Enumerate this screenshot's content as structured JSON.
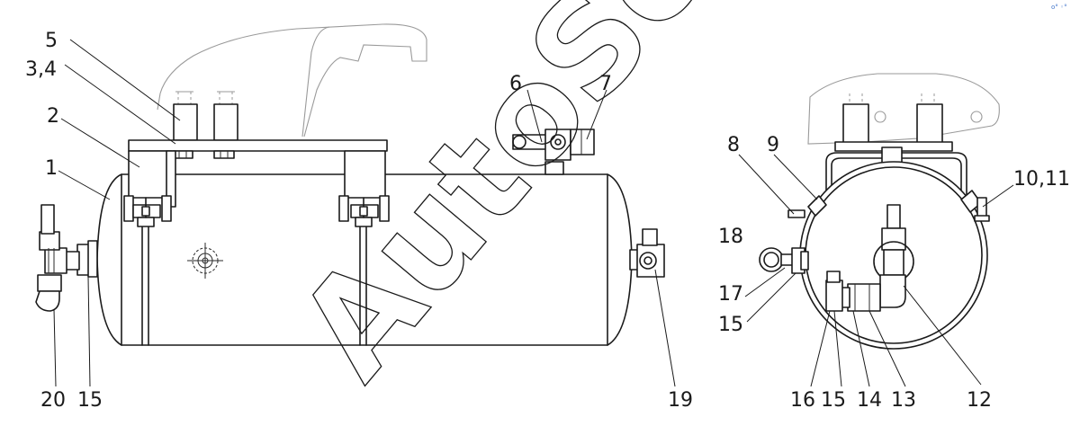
{
  "watermark": "AutoSoft",
  "corner_mark": "o° ◦°",
  "labels": {
    "l1": "1",
    "l2": "2",
    "l34": "3,4",
    "l5": "5",
    "l6": "6",
    "l7": "7",
    "l8": "8",
    "l9": "9",
    "l1011": "10,11",
    "l12": "12",
    "l13": "13",
    "l14": "14",
    "l15a": "15",
    "l15b": "15",
    "l15c": "15",
    "l16": "16",
    "l17": "17",
    "l18": "18",
    "l19": "19",
    "l20": "20"
  }
}
